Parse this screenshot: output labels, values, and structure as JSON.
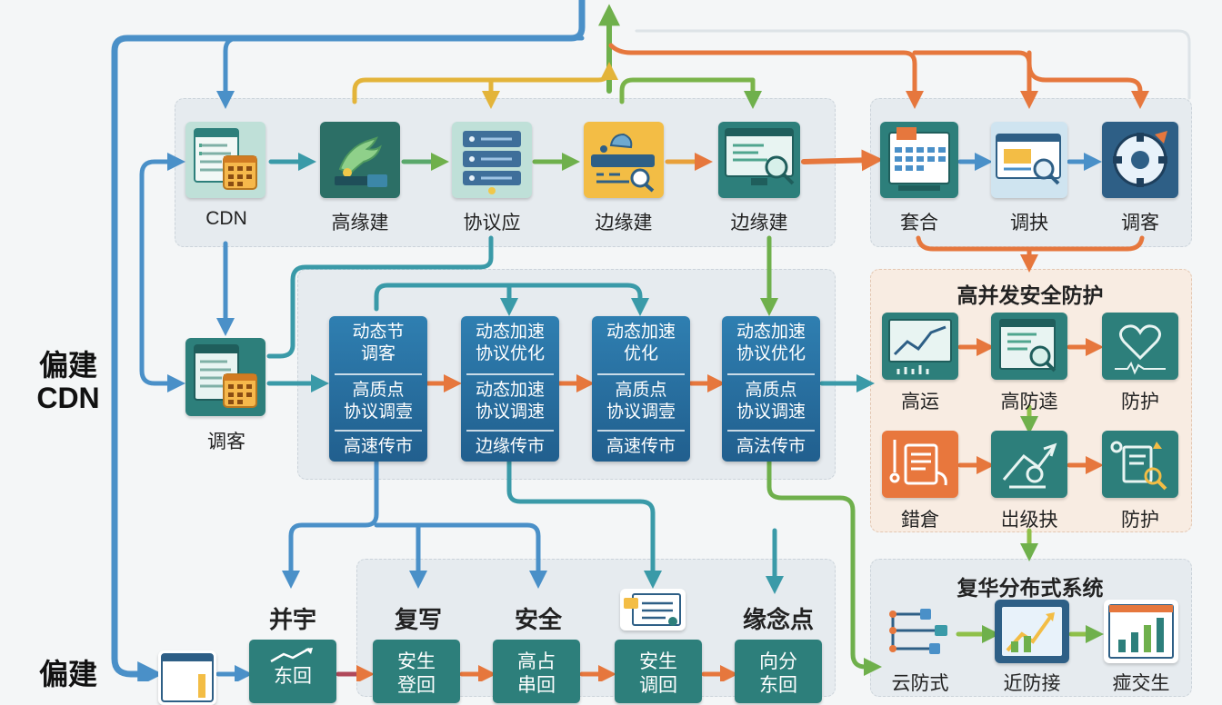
{
  "side_labels": {
    "mid": [
      "偏建",
      "CDN"
    ],
    "bottom": "偏建"
  },
  "top_row": [
    "CDN",
    "高缘建",
    "协议应",
    "边缘建",
    "边缘建"
  ],
  "top_right": [
    "套合",
    "调抉",
    "调客"
  ],
  "mid_left": "调客",
  "stacks": [
    {
      "top": [
        "动态节",
        "调客"
      ],
      "mid": [
        "高质点",
        "协议调壹"
      ],
      "bottom": "高速传市"
    },
    {
      "top": [
        "动态加速",
        "协议优化"
      ],
      "mid": [
        "动态加速",
        "协议调速"
      ],
      "bottom": "边缘传市"
    },
    {
      "top": [
        "动态加速",
        "优化"
      ],
      "mid": [
        "高质点",
        "协议调壹"
      ],
      "bottom": "高速传市"
    },
    {
      "top": [
        "动态加速",
        "协议优化"
      ],
      "mid": [
        "高质点",
        "协议调速"
      ],
      "bottom": "高法传市"
    }
  ],
  "security": {
    "title": "高并发安全防护",
    "row1": [
      "高运",
      "高防逵",
      "防护"
    ],
    "row2": [
      "錯倉",
      "岀级抉",
      "防护"
    ]
  },
  "distributed": {
    "title": "复华分布式系统",
    "labels": [
      "云防式",
      "近防接",
      "痖交生"
    ]
  },
  "bottom_titles": [
    "并宇",
    "复写",
    "安全",
    "缘念点"
  ],
  "bottom_tiles": [
    [
      "",
      "东回"
    ],
    [
      "安生",
      "登回"
    ],
    [
      "高占",
      "串回"
    ],
    [
      "安生",
      "调回"
    ],
    [
      "向分",
      "东回"
    ]
  ],
  "colors": {
    "blue": "#4a90c8",
    "yellow": "#e3b43a",
    "green": "#6fb04c",
    "orange": "#e6773d",
    "teal": "#2d7f7b"
  }
}
